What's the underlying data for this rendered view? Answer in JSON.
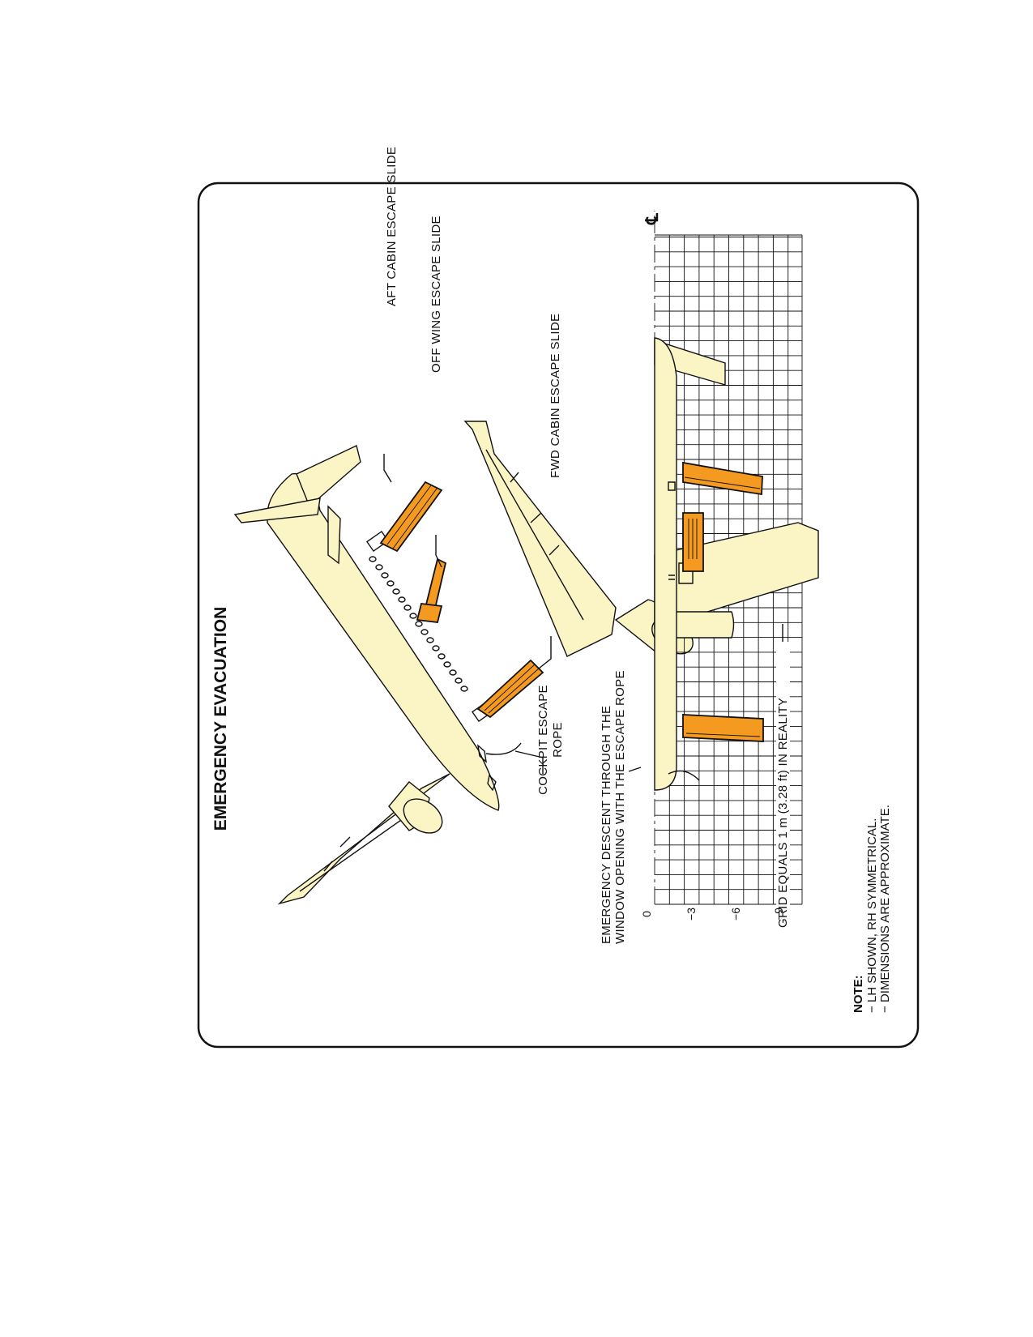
{
  "title": "EMERGENCY EVACUATION",
  "labels": {
    "aft_cabin_slide": "AFT CABIN ESCAPE SLIDE",
    "off_wing_slide": "OFF WING ESCAPE SLIDE",
    "fwd_cabin_slide": "FWD CABIN ESCAPE SLIDE",
    "cockpit_rope_line1": "COCKPIT ESCAPE",
    "cockpit_rope_line2": "ROPE",
    "descent_line1": "EMERGENCY DESCENT THROUGH THE",
    "descent_line2": "WINDOW OPENING WITH THE ESCAPE ROPE",
    "grid_note": "GRID EQUALS 1 m (3.28 ft) IN REALITY",
    "centerline": "℄"
  },
  "scale_ticks": [
    "0",
    "−3",
    "−6",
    "−9"
  ],
  "note": {
    "heading": "NOTE:",
    "lines": [
      "− LH SHOWN, RH SYMMETRICAL.",
      "− DIMENSIONS ARE APPROXIMATE."
    ]
  },
  "colors": {
    "fuselage": "#FBF5C5",
    "slide": "#F59A20",
    "outline": "#111111"
  }
}
